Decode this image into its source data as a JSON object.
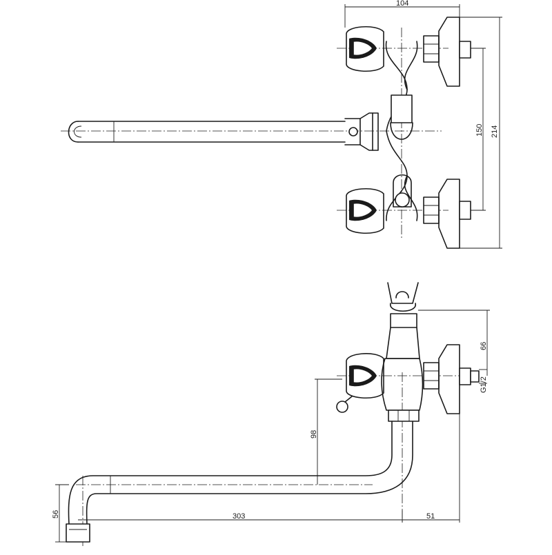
{
  "dimensions": {
    "top_width": "104",
    "inlet_spacing": "150",
    "overall_height": "214",
    "holder_height": "66",
    "thread": "G1/2",
    "spout_drop": "98",
    "spout_length": "303",
    "wall_offset": "51",
    "outlet_height": "56"
  }
}
